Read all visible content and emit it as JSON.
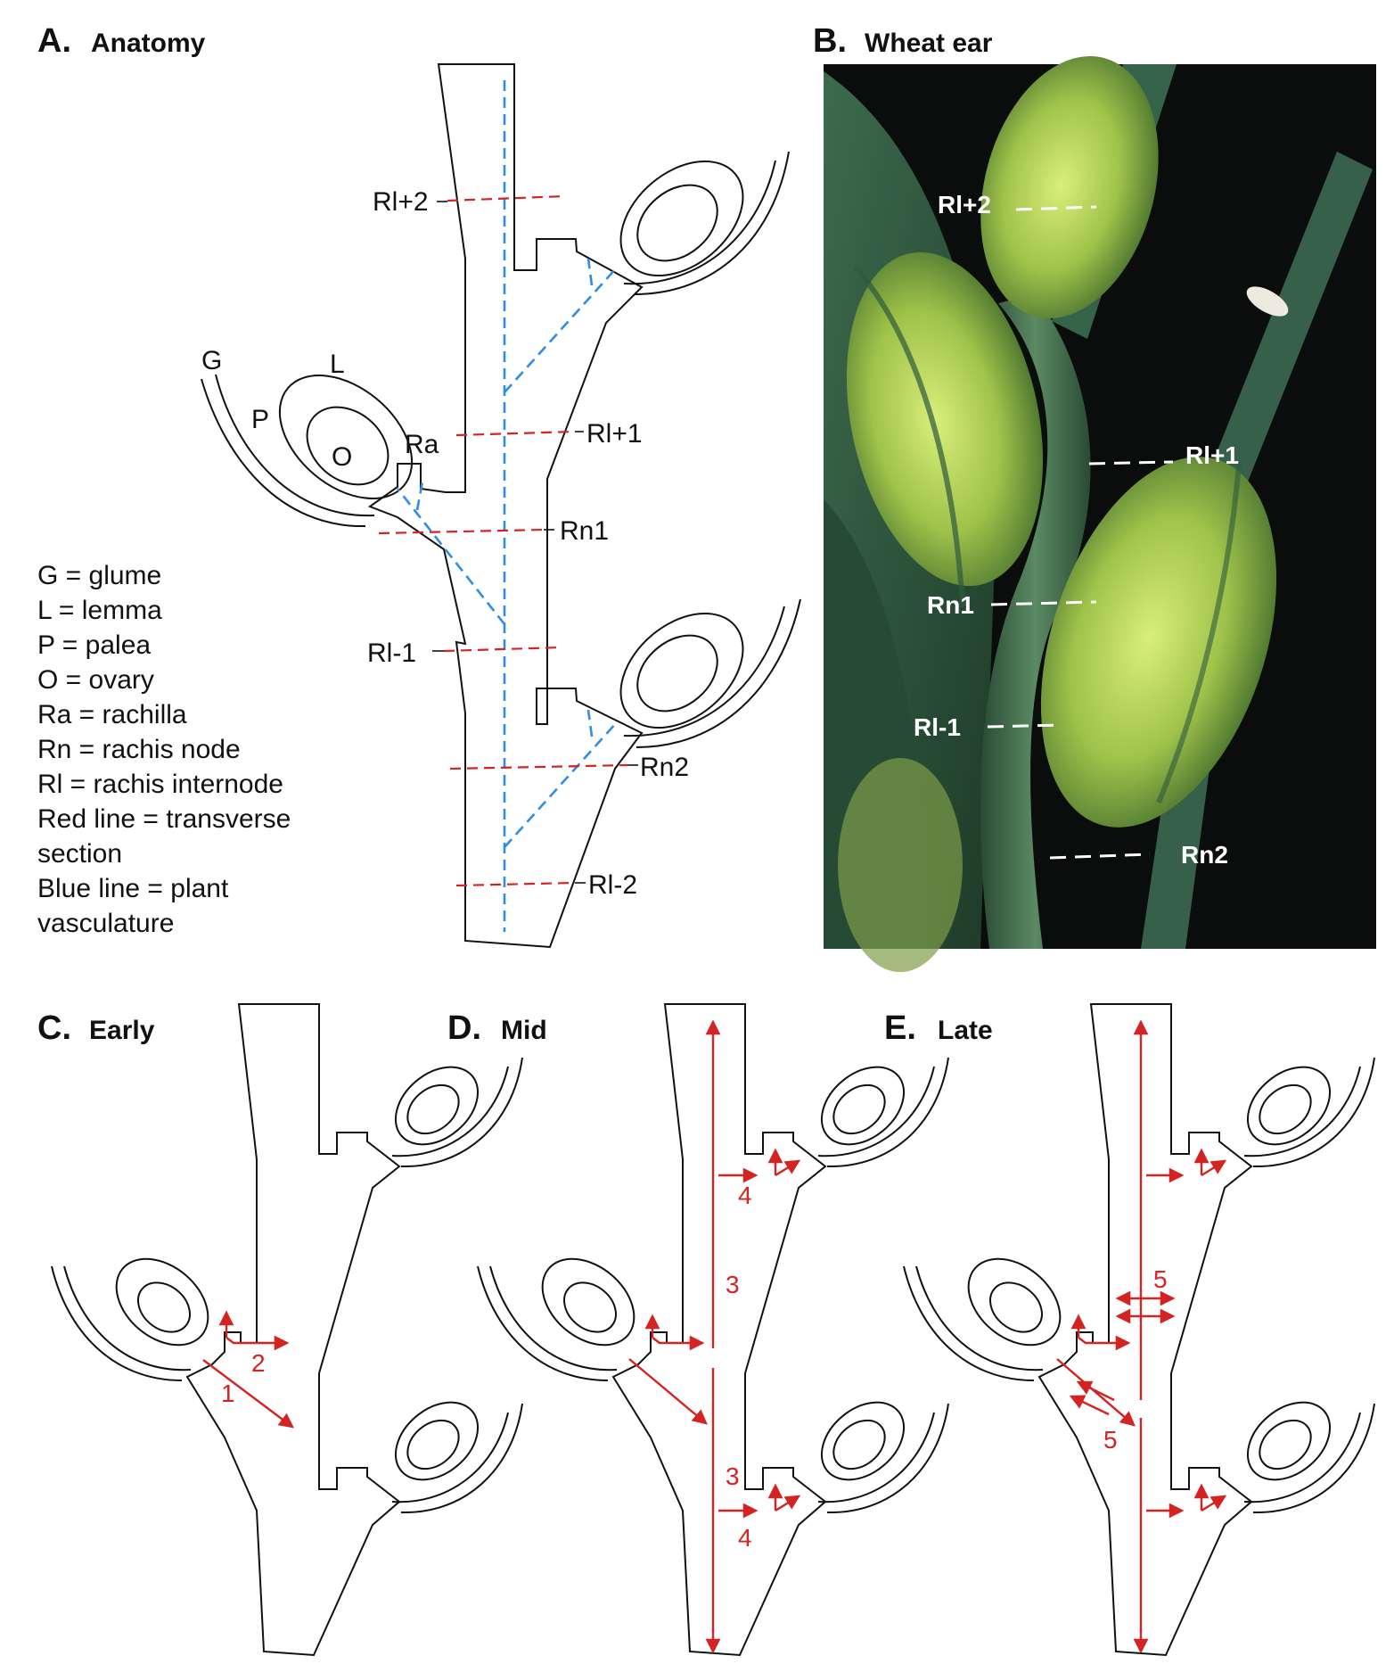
{
  "panels": {
    "a": {
      "letter": "A.",
      "title": "Anatomy"
    },
    "b": {
      "letter": "B.",
      "title": "Wheat ear"
    },
    "c": {
      "letter": "C.",
      "title": "Early"
    },
    "d": {
      "letter": "D.",
      "title": "Mid"
    },
    "e": {
      "letter": "E.",
      "title": "Late"
    }
  },
  "anatomy_labels": {
    "g": "G",
    "l": "L",
    "p": "P",
    "o": "O",
    "ra": "Ra",
    "rl_plus2": "Rl+2",
    "rl_plus1": "Rl+1",
    "rn1": "Rn1",
    "rl_minus1": "Rl-1",
    "rn2": "Rn2",
    "rl_minus2": "Rl-2"
  },
  "legend": [
    "G = glume",
    "L = lemma",
    "P = palea",
    "O = ovary",
    "Ra = rachilla",
    "Rn = rachis node",
    "Rl = rachis internode",
    "Red line = transverse",
    "section",
    "Blue line = plant",
    "vasculature"
  ],
  "photo_labels": {
    "rl_plus2": "Rl+2",
    "rl_plus1": "Rl+1",
    "rn1": "Rn1",
    "rl_minus1": "Rl-1",
    "rn2": "Rn2"
  },
  "arrow_numbers": {
    "c_1": "1",
    "c_2": "2",
    "d_3a": "3",
    "d_4a": "4",
    "d_3b": "3",
    "d_4b": "4",
    "e_5a": "5",
    "e_5b": "5"
  },
  "colors": {
    "transverse_section": "#d42323",
    "vasculature": "#2f8de4",
    "arrows": "#d42323",
    "outline": "#111111"
  }
}
